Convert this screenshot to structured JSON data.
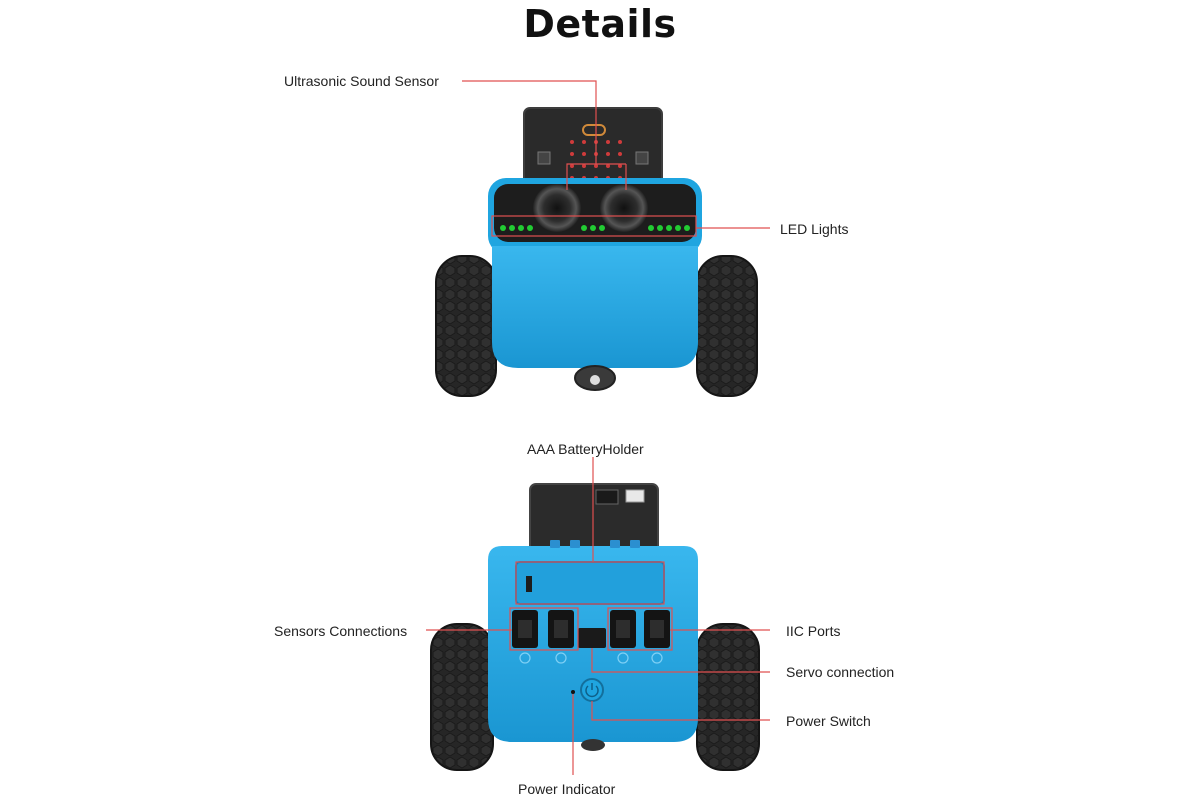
{
  "title": "Details",
  "labels": {
    "ultrasonic": "Ultrasonic Sound Sensor",
    "led": "LED Lights",
    "battery": "AAA BatteryHolder",
    "sensors": "Sensors Connections",
    "iic": "IIC Ports",
    "servo": "Servo connection",
    "power_switch": "Power Switch",
    "power_indicator": "Power Indicator"
  },
  "colors": {
    "body": "#1fa5e0",
    "body_shadow": "#1583b8",
    "visor": "#1b1b1b",
    "led": "#22cc33",
    "leader": "#e05050",
    "tire": "#2a2a2a",
    "board": "#262626"
  }
}
